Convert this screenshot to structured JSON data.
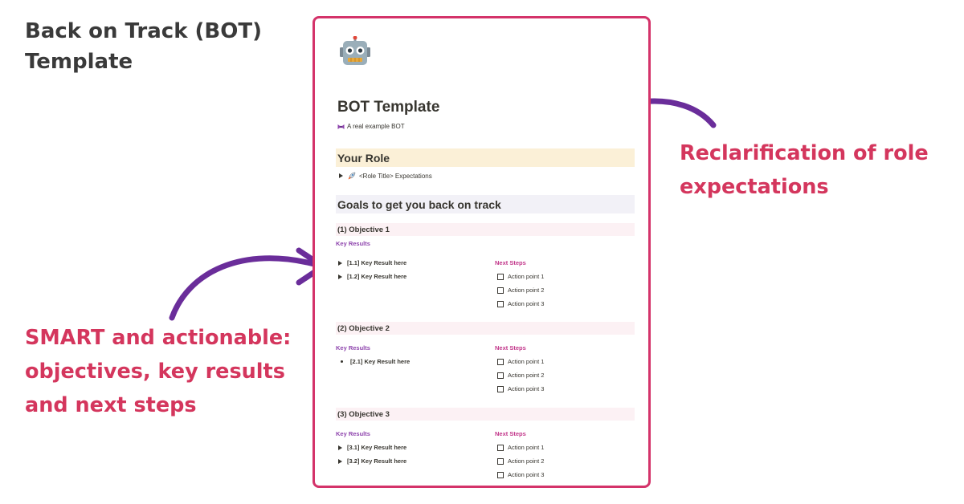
{
  "heading": {
    "line1": "Back on Track (BOT)",
    "line2": "Template"
  },
  "annotations": {
    "role": {
      "line1": "Reclarification of role",
      "line2": "expectations"
    },
    "smart": {
      "line1": "SMART and actionable:",
      "line2": "objectives, key results",
      "line3": "and next steps"
    }
  },
  "colors": {
    "accent": "#d4365d",
    "arrow": "#6a2d9a",
    "card_border": "#d4336a",
    "role_bg": "#fbf0d7",
    "goals_bg": "#f2f1f7",
    "objective_bg": "#fcf1f4",
    "key_results_label": "#8e44ad",
    "next_steps_label": "#c2368a"
  },
  "icons": {
    "page": "robot-icon",
    "subtitle": "bow-icon",
    "role_item": "rocket-icon"
  },
  "doc": {
    "title": "BOT Template",
    "subtitle": "A real example BOT",
    "role_section": {
      "heading": "Your Role",
      "item": "<Role Title> Expectations"
    },
    "goals_heading": "Goals to get you back on track",
    "objectives": [
      {
        "title": "(1) Objective 1",
        "key_results_label": "Key Results",
        "next_steps_label": "Next Steps",
        "key_results": [
          "[1.1] Key Result here",
          "[1.2] Key Result here"
        ],
        "actions": [
          "Action point 1",
          "Action point 2",
          "Action point 3"
        ]
      },
      {
        "title": "(2) Objective 2",
        "key_results_label": "Key Results",
        "next_steps_label": "Next Steps",
        "key_results": [
          "[2.1] Key Result here"
        ],
        "actions": [
          "Action point 1",
          "Action point 2",
          "Action point 3"
        ]
      },
      {
        "title": "(3) Objective 3",
        "key_results_label": "Key Results",
        "next_steps_label": "Next Steps",
        "key_results": [
          "[3.1] Key Result here",
          "[3.2] Key Result here"
        ],
        "actions": [
          "Action point 1",
          "Action point 2",
          "Action point 3"
        ]
      }
    ]
  }
}
